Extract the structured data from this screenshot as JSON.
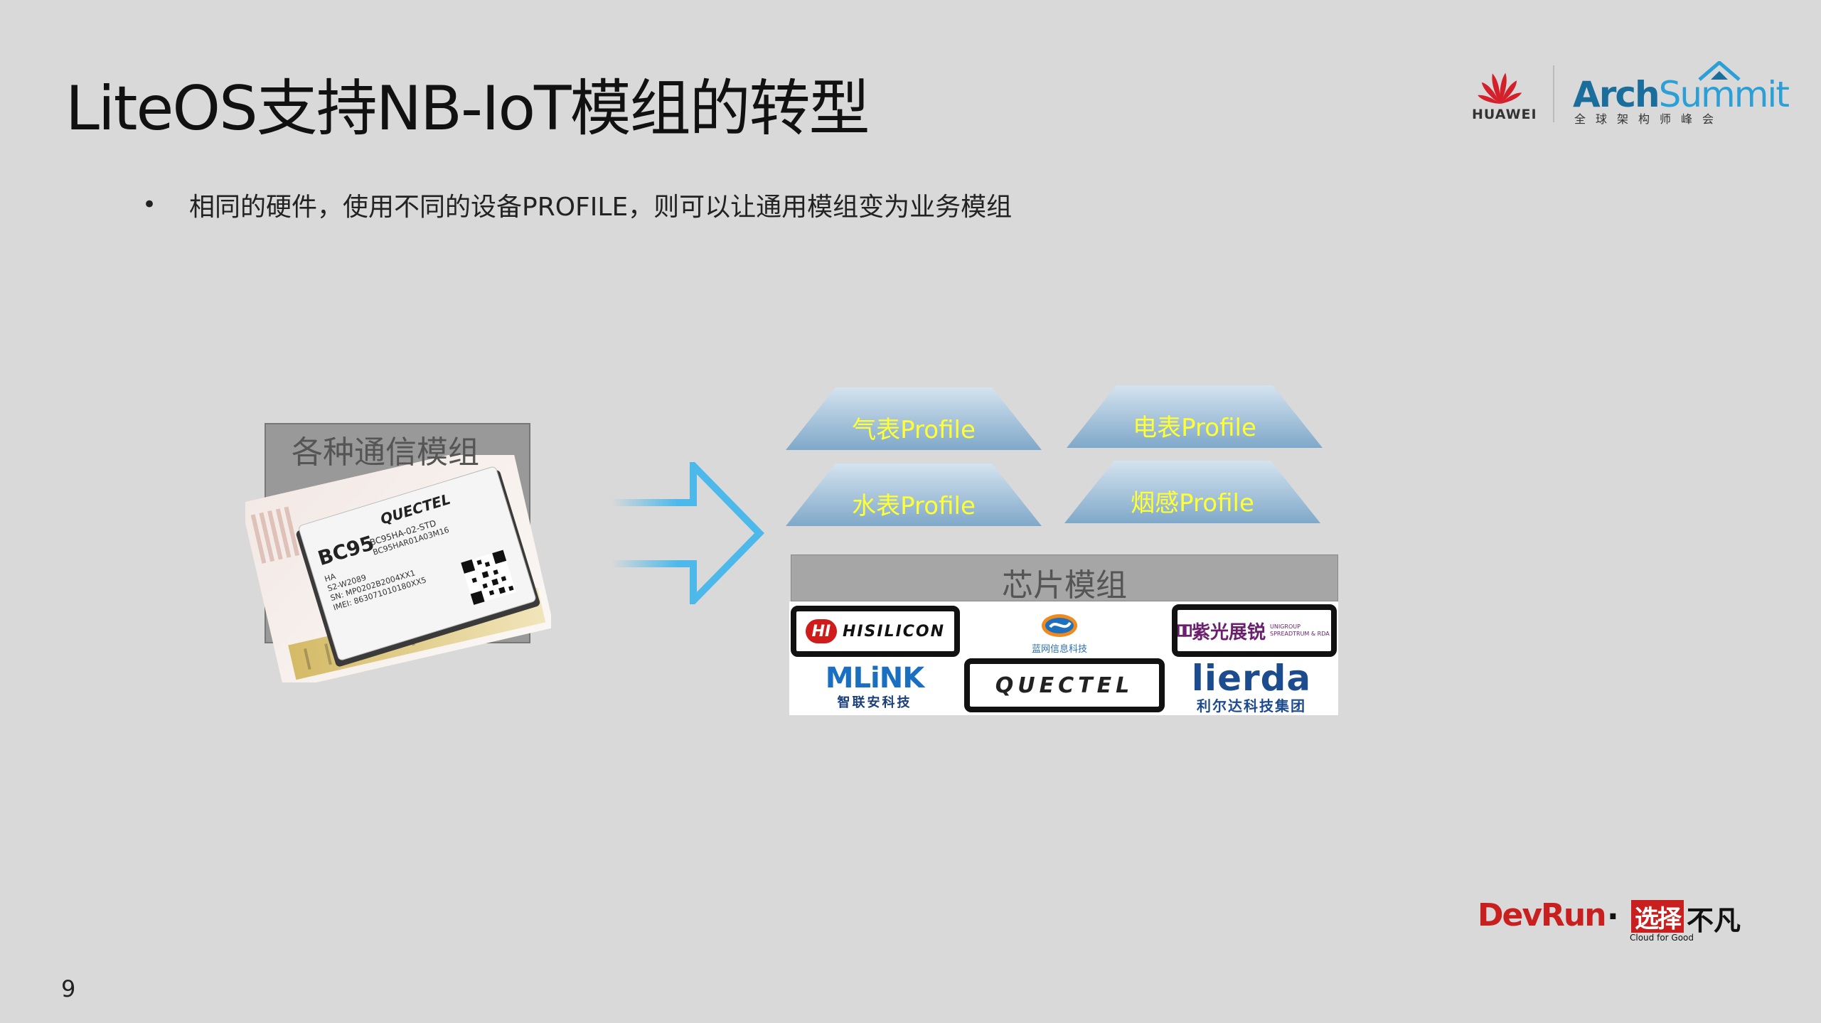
{
  "slide": {
    "title": "LiteOS支持NB-IoT模组的转型",
    "bullet": "相同的硬件，使用不同的设备PROFILE，则可以让通用模组变为业务模组",
    "page_number": "9"
  },
  "logos": {
    "huawei": "HUAWEI",
    "arch_main_1": "Arch",
    "arch_main_2": "Summit",
    "arch_sub": "全球架构师峰会",
    "devrun": "DevRun",
    "devrun_dot": "·",
    "devrun_box": "选择",
    "devrun_tail": "不凡",
    "devrun_sub": "Cloud for Good"
  },
  "diagram": {
    "module_label": "各种通信模组",
    "chip_photo_text": {
      "brand": "QUECTEL",
      "model": "BC95",
      "line1": "BC95HA-02-STD",
      "line2": "BC95HAR01A03M16",
      "line3": "HA",
      "line4": "S2-W2089",
      "line5": "SN: MP0202B2004XX1",
      "line6": "IMEI: 863071010180XX5"
    },
    "profiles": [
      "气表Profile",
      "电表Profile",
      "水表Profile",
      "烟感Profile"
    ],
    "chip_module_label": "芯片模组",
    "vendors": {
      "hisilicon": "HISILICON",
      "hisilicon_mark": "HI",
      "lanyu": "蓝网信息科技",
      "unisoc": "紫光展锐",
      "unisoc_sub": "UNIGROUP SPREADTRUM & RDA",
      "mlink_main": "MLiNK",
      "mlink_sub": "智联安科技",
      "quectel": "QUECTEL",
      "lierda_main": "lierda",
      "lierda_sub": "利尔达科技集团"
    }
  },
  "colors": {
    "background": "#d9d9d9",
    "profile_text": "#ffff33",
    "arrow": "#4db8ea",
    "devrun_red": "#c8201f"
  }
}
